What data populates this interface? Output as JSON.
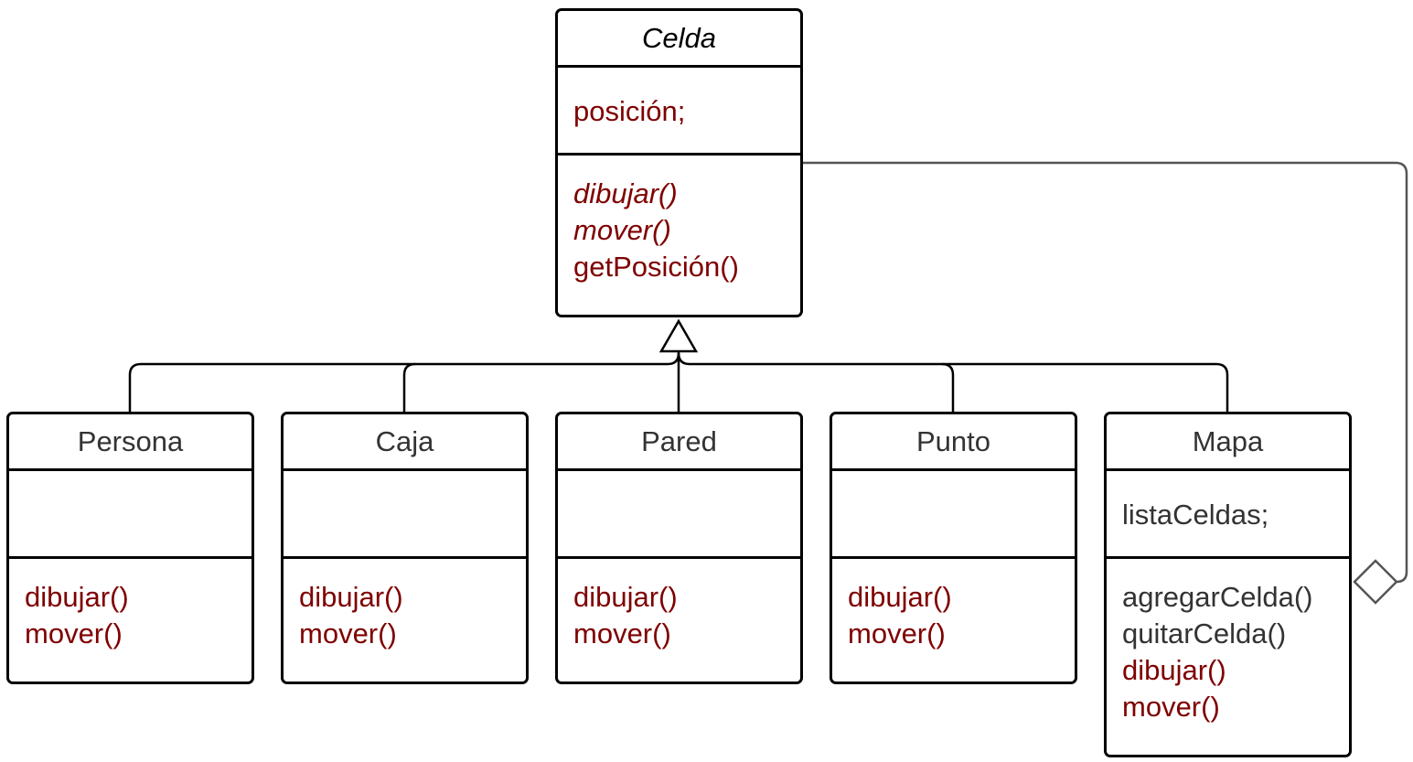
{
  "diagram": {
    "classes": [
      {
        "id": "celda",
        "name": "Celda",
        "abstract": true,
        "attributes": [
          {
            "text": "posición;",
            "color": "red",
            "italic": false
          }
        ],
        "methods": [
          {
            "text": "dibujar()",
            "color": "red",
            "italic": true
          },
          {
            "text": "mover()",
            "color": "red",
            "italic": true
          },
          {
            "text": "getPosición()",
            "color": "red",
            "italic": false
          }
        ]
      },
      {
        "id": "persona",
        "name": "Persona",
        "abstract": false,
        "attributes": [],
        "methods": [
          {
            "text": "dibujar()",
            "color": "red",
            "italic": false
          },
          {
            "text": "mover()",
            "color": "red",
            "italic": false
          }
        ]
      },
      {
        "id": "caja",
        "name": "Caja",
        "abstract": false,
        "attributes": [],
        "methods": [
          {
            "text": "dibujar()",
            "color": "red",
            "italic": false
          },
          {
            "text": "mover()",
            "color": "red",
            "italic": false
          }
        ]
      },
      {
        "id": "pared",
        "name": "Pared",
        "abstract": false,
        "attributes": [],
        "methods": [
          {
            "text": "dibujar()",
            "color": "red",
            "italic": false
          },
          {
            "text": "mover()",
            "color": "red",
            "italic": false
          }
        ]
      },
      {
        "id": "punto",
        "name": "Punto",
        "abstract": false,
        "attributes": [],
        "methods": [
          {
            "text": "dibujar()",
            "color": "red",
            "italic": false
          },
          {
            "text": "mover()",
            "color": "red",
            "italic": false
          }
        ]
      },
      {
        "id": "mapa",
        "name": "Mapa",
        "abstract": false,
        "attributes": [
          {
            "text": "listaCeldas;",
            "color": "gray",
            "italic": false
          }
        ],
        "methods": [
          {
            "text": "agregarCelda()",
            "color": "gray",
            "italic": false
          },
          {
            "text": "quitarCelda()",
            "color": "gray",
            "italic": false
          },
          {
            "text": "dibujar()",
            "color": "red",
            "italic": false
          },
          {
            "text": "mover()",
            "color": "red",
            "italic": false
          }
        ]
      }
    ],
    "relations": [
      {
        "type": "generalization",
        "from": "persona",
        "to": "celda"
      },
      {
        "type": "generalization",
        "from": "caja",
        "to": "celda"
      },
      {
        "type": "generalization",
        "from": "pared",
        "to": "celda"
      },
      {
        "type": "generalization",
        "from": "punto",
        "to": "celda"
      },
      {
        "type": "generalization",
        "from": "mapa",
        "to": "celda"
      },
      {
        "type": "aggregation",
        "whole": "mapa",
        "part": "celda"
      }
    ],
    "colors": {
      "member_red": "#7f0000",
      "member_gray": "#333333",
      "border": "#000000",
      "connector": "#555555"
    }
  }
}
